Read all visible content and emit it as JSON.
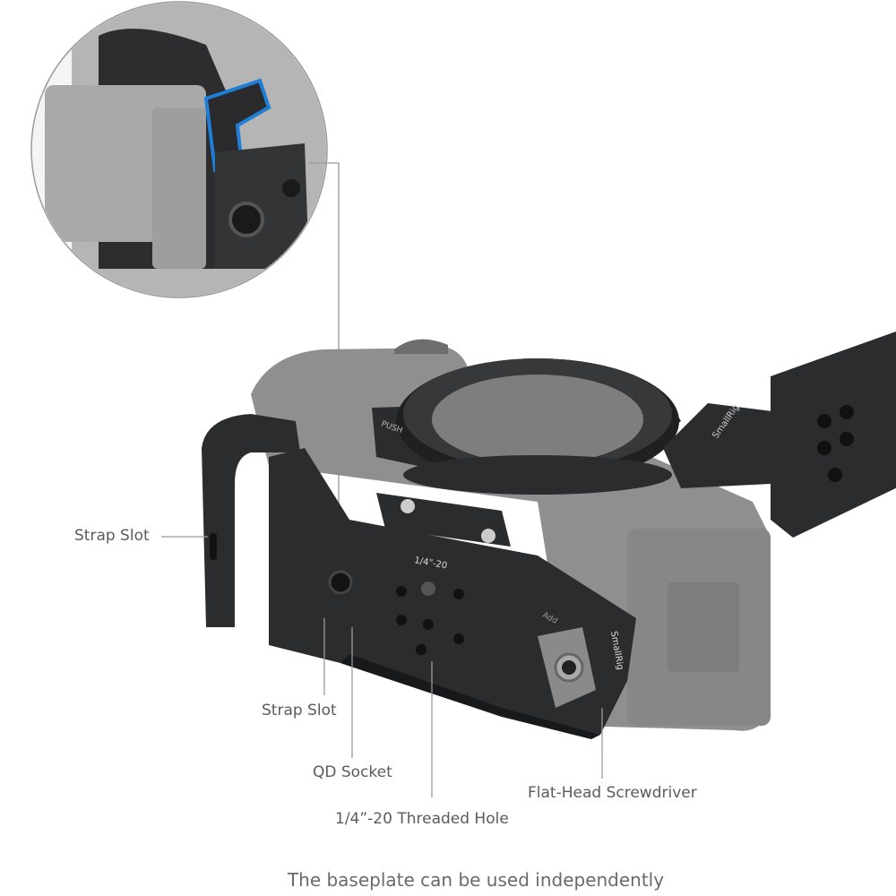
{
  "labels": {
    "strap_slot_left": "Strap Slot",
    "strap_slot_bottom": "Strap Slot",
    "qd_socket": "QD Socket",
    "threaded_hole": "1/4”-20 Threaded Hole",
    "screwdriver": "Flat-Head Screwdriver"
  },
  "caption": "The baseplate can be used independently",
  "product_marks": {
    "brand": "SmallRig",
    "thread_mark": "1/4\"-20",
    "push": "PUSH",
    "add": "Add"
  },
  "colors": {
    "cage": "#2b2c2e",
    "camera": "#8d8d8d",
    "highlight": "#1f7fd6",
    "label_text": "#5b5b5b"
  }
}
